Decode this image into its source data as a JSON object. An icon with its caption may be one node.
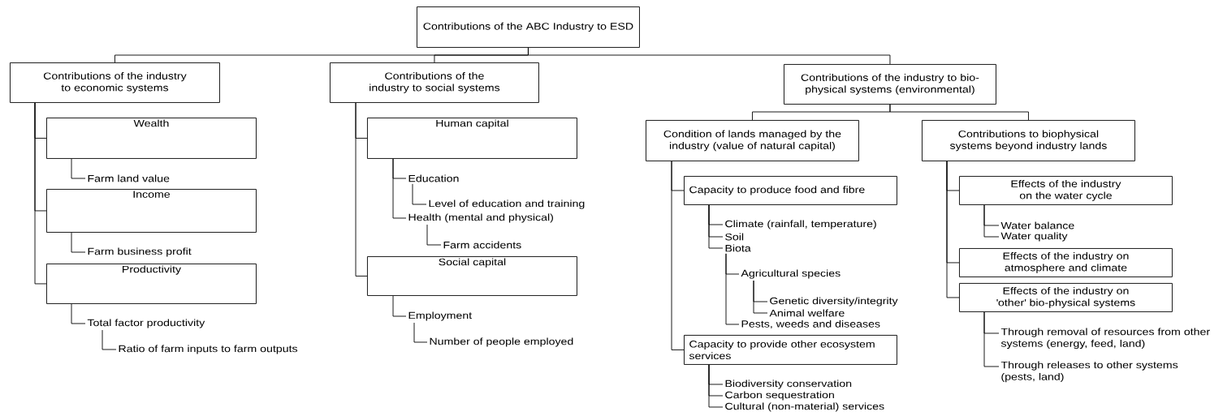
{
  "diagram": {
    "nodes": [
      {
        "text": [
          "Contributions of the ABC Industry to ESD"
        ]
      },
      {
        "text": [
          "Contributions of the industry to economic systems"
        ]
      },
      {
        "text": [
          "Contributions of the industry to social systems"
        ]
      },
      {
        "text": [
          "Contributions of the industry to bio-physical systems (environmental)"
        ]
      },
      {
        "text": [
          "Condition of lands managed by the industry (value of natural capital)"
        ]
      },
      {
        "text": [
          "Contributions to biophysical systems beyond industry lands"
        ]
      },
      {
        "text": [
          "Wealth"
        ]
      },
      {
        "text": [
          "Farm land value"
        ]
      },
      {
        "text": [
          "Income"
        ]
      },
      {
        "text": [
          "Farm business profit"
        ]
      },
      {
        "text": [
          "Productivity"
        ]
      },
      {
        "text": [
          "Total factor productivity"
        ]
      },
      {
        "text": [
          "Ratio of farm inputs to farm outputs"
        ]
      },
      {
        "text": [
          "Human capital"
        ]
      },
      {
        "text": [
          "Education"
        ]
      },
      {
        "text": [
          "Level of education and training"
        ]
      },
      {
        "text": [
          "Health (mental and physical)"
        ]
      },
      {
        "text": [
          "Farm accidents"
        ]
      },
      {
        "text": [
          "Social capital"
        ]
      },
      {
        "text": [
          "Employment"
        ]
      },
      {
        "text": [
          "Number of people employed"
        ]
      },
      {
        "text": [
          "Capacity to produce food and fibre"
        ]
      },
      {
        "text": [
          "Climate (rainfall, temperature)"
        ]
      },
      {
        "text": [
          "Soil"
        ]
      },
      {
        "text": [
          "Biota"
        ]
      },
      {
        "text": [
          "Agricultural species"
        ]
      },
      {
        "text": [
          "Genetic diversity/integrity"
        ]
      },
      {
        "text": [
          "Animal welfare"
        ]
      },
      {
        "text": [
          "Pests, weeds and diseases"
        ]
      },
      {
        "text": [
          "Capacity to provide other ecosystem services"
        ]
      },
      {
        "text": [
          "Biodiversity conservation"
        ]
      },
      {
        "text": [
          "Carbon sequestration"
        ]
      },
      {
        "text": [
          "Cultural (non-material) services"
        ]
      },
      {
        "text": [
          "Effects of the industry on the water cycle"
        ]
      },
      {
        "text": [
          "Water balance"
        ]
      },
      {
        "text": [
          "Water quality"
        ]
      },
      {
        "text": [
          "Effects of the industry on atmosphere and climate"
        ]
      },
      {
        "text": [
          "Effects of the industry on 'other' bio-physical systems"
        ]
      },
      {
        "text": [
          "Through removal of resources from other systems (energy, feed, land)"
        ]
      },
      {
        "text": [
          "Through releases to other systems (pests, land)"
        ]
      }
    ],
    "edges": [
      {
        "from": 0,
        "to": 1,
        "arrow": "none"
      },
      {
        "from": 0,
        "to": 2,
        "arrow": "none"
      },
      {
        "from": 0,
        "to": 3,
        "arrow": "none"
      },
      {
        "from": 3,
        "to": 4,
        "arrow": "none"
      },
      {
        "from": 3,
        "to": 5,
        "arrow": "none"
      },
      {
        "from": 1,
        "to": 6,
        "arrow": "none"
      },
      {
        "from": 1,
        "to": 8,
        "arrow": "none"
      },
      {
        "from": 1,
        "to": 10,
        "arrow": "none"
      },
      {
        "from": 6,
        "to": 7,
        "arrow": "none"
      },
      {
        "from": 8,
        "to": 9,
        "arrow": "none"
      },
      {
        "from": 10,
        "to": 11,
        "arrow": "none"
      },
      {
        "from": 11,
        "to": 12,
        "arrow": "none"
      },
      {
        "from": 2,
        "to": 13,
        "arrow": "none"
      },
      {
        "from": 2,
        "to": 18,
        "arrow": "none"
      },
      {
        "from": 13,
        "to": 14,
        "arrow": "none"
      },
      {
        "from": 14,
        "to": 15,
        "arrow": "none"
      },
      {
        "from": 13,
        "to": 16,
        "arrow": "none"
      },
      {
        "from": 16,
        "to": 17,
        "arrow": "none"
      },
      {
        "from": 18,
        "to": 19,
        "arrow": "none"
      },
      {
        "from": 19,
        "to": 20,
        "arrow": "none"
      },
      {
        "from": 4,
        "to": 21,
        "arrow": "none"
      },
      {
        "from": 4,
        "to": 29,
        "arrow": "none"
      },
      {
        "from": 21,
        "to": 22,
        "arrow": "none"
      },
      {
        "from": 21,
        "to": 23,
        "arrow": "none"
      },
      {
        "from": 21,
        "to": 24,
        "arrow": "none"
      },
      {
        "from": 24,
        "to": 25,
        "arrow": "none"
      },
      {
        "from": 25,
        "to": 26,
        "arrow": "none"
      },
      {
        "from": 25,
        "to": 27,
        "arrow": "none"
      },
      {
        "from": 24,
        "to": 28,
        "arrow": "none"
      },
      {
        "from": 29,
        "to": 30,
        "arrow": "none"
      },
      {
        "from": 29,
        "to": 31,
        "arrow": "none"
      },
      {
        "from": 29,
        "to": 32,
        "arrow": "none"
      },
      {
        "from": 5,
        "to": 33,
        "arrow": "none"
      },
      {
        "from": 5,
        "to": 36,
        "arrow": "none"
      },
      {
        "from": 5,
        "to": 37,
        "arrow": "none"
      },
      {
        "from": 33,
        "to": 34,
        "arrow": "none"
      },
      {
        "from": 33,
        "to": 35,
        "arrow": "none"
      },
      {
        "from": 37,
        "to": 38,
        "arrow": "none"
      },
      {
        "from": 37,
        "to": 39,
        "arrow": "none"
      }
    ]
  }
}
